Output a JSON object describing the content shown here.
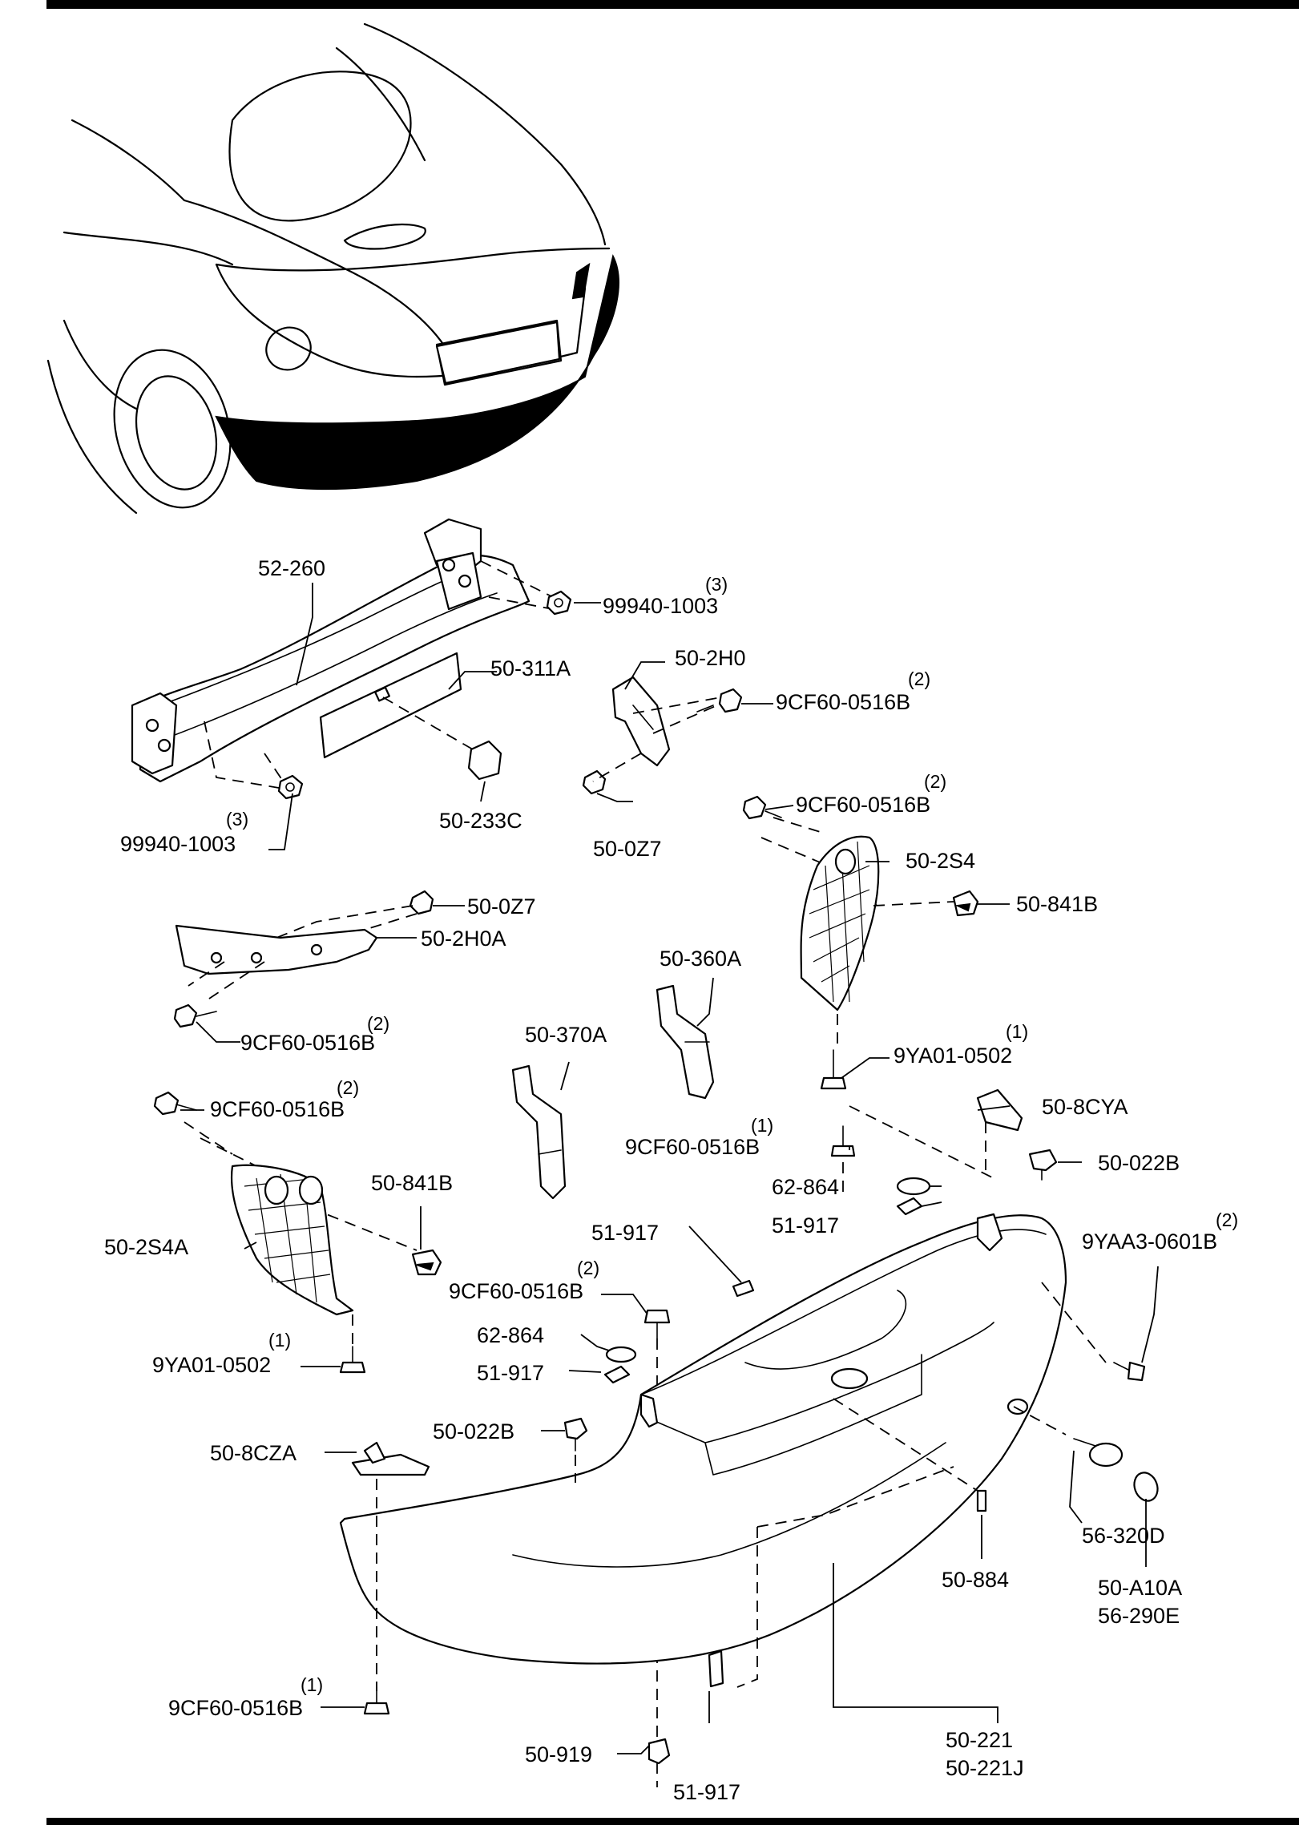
{
  "labels": {
    "p52_260": "52-260",
    "p99940_1003_top": "99940-1003",
    "p99940_1003_top_qty": "(3)",
    "p50_311A": "50-311A",
    "p50_2H0": "50-2H0",
    "p9CF60_0516B_a": "9CF60-0516B",
    "p9CF60_0516B_a_qty": "(2)",
    "p99940_1003_left": "99940-1003",
    "p99940_1003_left_qty": "(3)",
    "p50_233C": "50-233C",
    "p50_0Z7_a": "50-0Z7",
    "p9CF60_0516B_b": "9CF60-0516B",
    "p9CF60_0516B_b_qty": "(2)",
    "p50_2S4": "50-2S4",
    "p50_0Z7_b": "50-0Z7",
    "p50_2H0A": "50-2H0A",
    "p50_841B_right": "50-841B",
    "p50_360A": "50-360A",
    "p9CF60_0516B_c": "9CF60-0516B",
    "p9CF60_0516B_c_qty": "(2)",
    "p50_370A": "50-370A",
    "p9YA01_0502_right": "9YA01-0502",
    "p9YA01_0502_right_qty": "(1)",
    "p9CF60_0516B_d": "9CF60-0516B",
    "p9CF60_0516B_d_qty": "(2)",
    "p50_8CYA": "50-8CYA",
    "p9CF60_0516B_e": "9CF60-0516B",
    "p9CF60_0516B_e_qty": "(1)",
    "p50_022B_right": "50-022B",
    "p50_841B_left": "50-841B",
    "p62_864_right": "62-864",
    "p51_917_right": "51-917",
    "p9YAA3_0601B": "9YAA3-0601B",
    "p9YAA3_0601B_qty": "(2)",
    "p50_2S4A": "50-2S4A",
    "p51_917_mid": "51-917",
    "p9CF60_0516B_f": "9CF60-0516B",
    "p9CF60_0516B_f_qty": "(2)",
    "p62_864_left": "62-864",
    "p9YA01_0502_left": "9YA01-0502",
    "p9YA01_0502_left_qty": "(1)",
    "p51_917_left": "51-917",
    "p50_022B_left": "50-022B",
    "p50_8CZA": "50-8CZA",
    "p56_320D": "56-320D",
    "p50_884": "50-884",
    "p50_A10A": "50-A10A",
    "p56_290E": "56-290E",
    "p9CF60_0516B_g": "9CF60-0516B",
    "p9CF60_0516B_g_qty": "(1)",
    "p50_919": "50-919",
    "p51_917_bottom": "51-917",
    "p50_221": "50-221",
    "p50_221J": "50-221J"
  }
}
